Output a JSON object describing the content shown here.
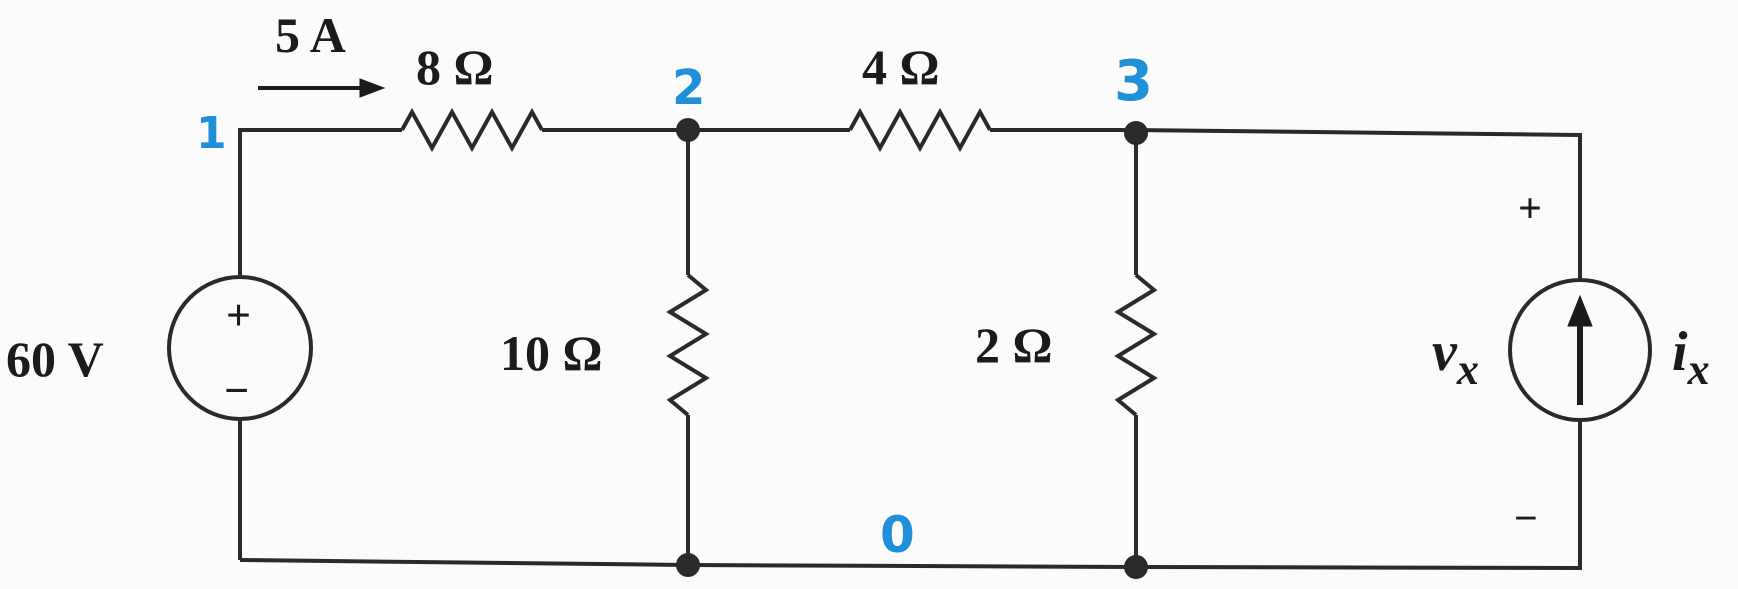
{
  "diagram": {
    "current_label": "5 A",
    "r1_label": "8 Ω",
    "r2_label": "4 Ω",
    "r3_label": "10 Ω",
    "r4_label": "2 Ω",
    "source_label": "60 V",
    "source_plus": "+",
    "source_minus": "−",
    "vx_label": "v",
    "vx_sub": "x",
    "ix_label": "i",
    "ix_sub": "x",
    "vx_plus": "+",
    "vx_minus": "−",
    "node_labels": [
      "1",
      "2",
      "3",
      "0"
    ]
  },
  "colors": {
    "wire": "#2a2a2a",
    "handwriting": "#1e8fd8"
  }
}
